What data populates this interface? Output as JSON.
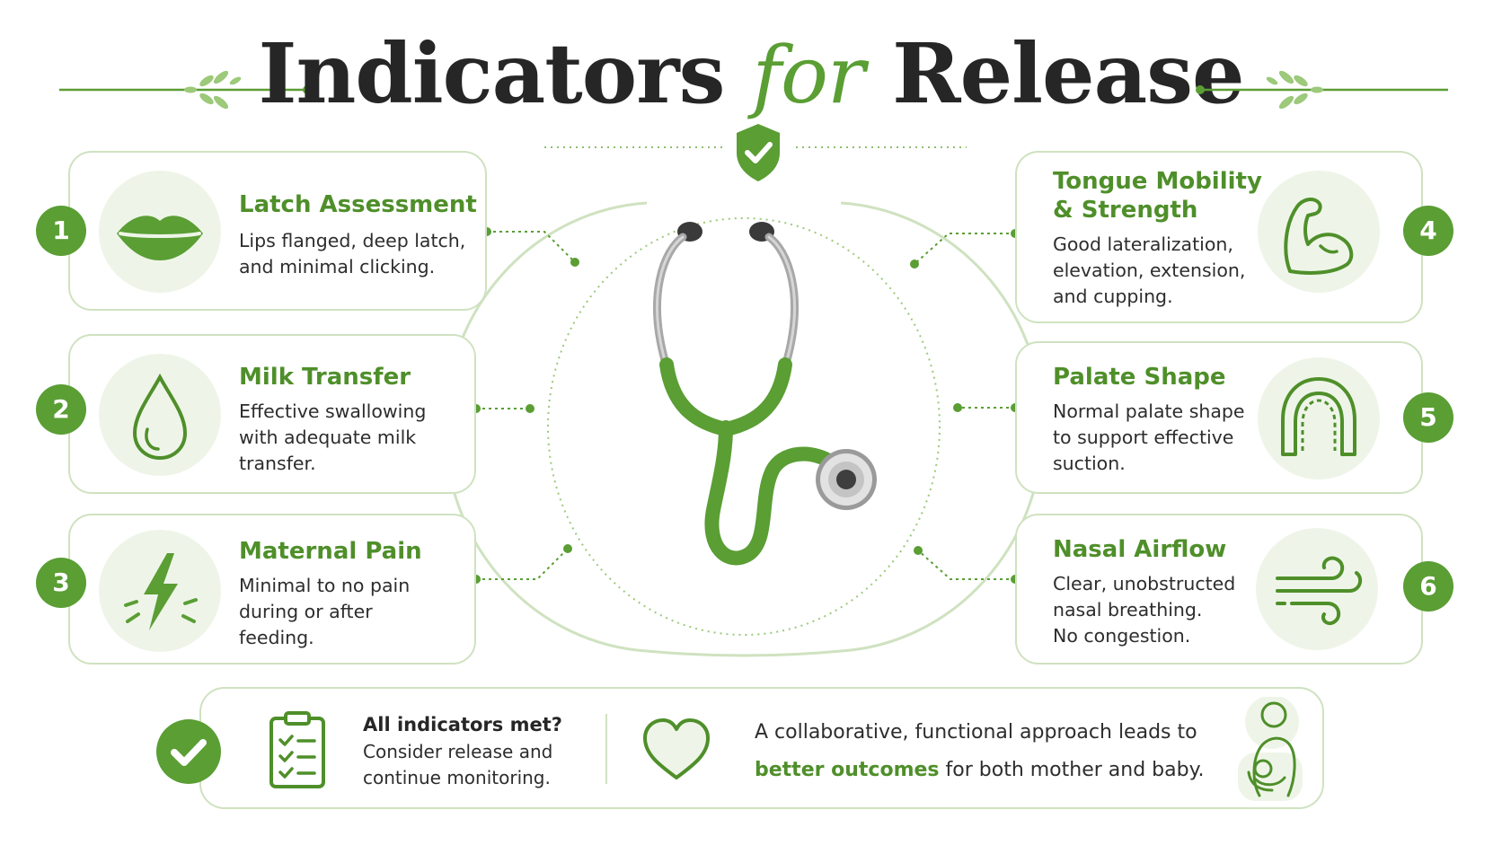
{
  "title": {
    "part1": "Indicators",
    "part2": "for",
    "part3": "Release"
  },
  "colors": {
    "accent": "#5a9e34",
    "accent_light": "#eef5e8",
    "border": "#cfe2c0",
    "text": "#2d2d2d"
  },
  "indicators": [
    {
      "number": "1",
      "title_lines": [
        "Latch Assessment"
      ],
      "desc_lines": [
        "Lips flanged, deep latch,",
        "and minimal clicking."
      ],
      "icon": "lips-icon"
    },
    {
      "number": "2",
      "title_lines": [
        "Milk Transfer"
      ],
      "desc_lines": [
        "Effective swallowing",
        "with adequate milk",
        "transfer."
      ],
      "icon": "milk-drop-icon"
    },
    {
      "number": "3",
      "title_lines": [
        "Maternal Pain"
      ],
      "desc_lines": [
        "Minimal to no pain",
        "during or after",
        "feeding."
      ],
      "icon": "lightning-pain-icon"
    },
    {
      "number": "4",
      "title_lines": [
        "Tongue Mobility",
        "& Strength"
      ],
      "desc_lines": [
        "Good lateralization,",
        "elevation, extension,",
        "and cupping."
      ],
      "icon": "flexed-arm-icon"
    },
    {
      "number": "5",
      "title_lines": [
        "Palate Shape"
      ],
      "desc_lines": [
        "Normal palate shape",
        "to support effective",
        "suction."
      ],
      "icon": "palate-arch-icon"
    },
    {
      "number": "6",
      "title_lines": [
        "Nasal Airflow"
      ],
      "desc_lines": [
        "Clear, unobstructed",
        "nasal breathing.",
        "No congestion."
      ],
      "icon": "airflow-icon"
    }
  ],
  "bottom": {
    "question": "All indicators met?",
    "question_desc": "Consider release and continue monitoring.",
    "message_part1": "A collaborative, functional approach leads to ",
    "message_highlight": "better outcomes",
    "message_part2": " for both mother and baby."
  }
}
